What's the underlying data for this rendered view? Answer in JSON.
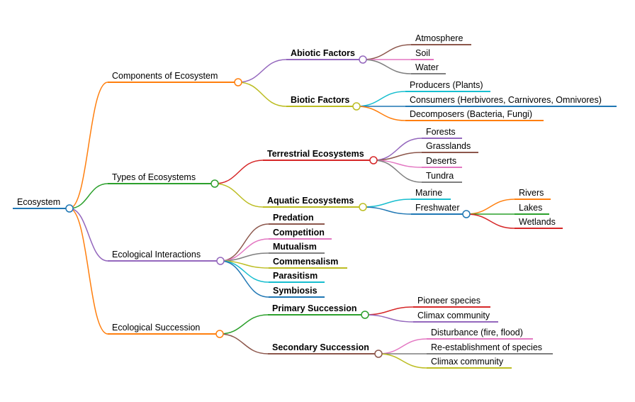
{
  "root": {
    "label": "Ecosystem",
    "color": "#1f77b4"
  },
  "branches": [
    {
      "id": "components",
      "label": "Components of Ecosystem",
      "color": "#ff7f0e",
      "children": [
        {
          "id": "abiotic",
          "label": "Abiotic Factors",
          "bold": true,
          "color": "#9467bd",
          "children": [
            {
              "label": "Atmosphere",
              "color": "#8c564b"
            },
            {
              "label": "Soil",
              "color": "#e377c2"
            },
            {
              "label": "Water",
              "color": "#7f7f7f"
            }
          ]
        },
        {
          "id": "biotic",
          "label": "Biotic Factors",
          "bold": true,
          "color": "#bcbd22",
          "children": [
            {
              "label": "Producers (Plants)",
              "color": "#17becf"
            },
            {
              "label": "Consumers (Herbivores, Carnivores, Omnivores)",
              "color": "#1f77b4"
            },
            {
              "label": "Decomposers (Bacteria, Fungi)",
              "color": "#ff7f0e"
            }
          ]
        }
      ]
    },
    {
      "id": "types",
      "label": "Types of Ecosystems",
      "color": "#2ca02c",
      "children": [
        {
          "id": "terrestrial",
          "label": "Terrestrial Ecosystems",
          "bold": true,
          "color": "#d62728",
          "children": [
            {
              "label": "Forests",
              "color": "#9467bd"
            },
            {
              "label": "Grasslands",
              "color": "#8c564b"
            },
            {
              "label": "Deserts",
              "color": "#e377c2"
            },
            {
              "label": "Tundra",
              "color": "#7f7f7f"
            }
          ]
        },
        {
          "id": "aquatic",
          "label": "Aquatic Ecosystems",
          "bold": true,
          "color": "#bcbd22",
          "children": [
            {
              "label": "Marine",
              "color": "#17becf"
            },
            {
              "id": "freshwater",
              "label": "Freshwater",
              "color": "#1f77b4",
              "children": [
                {
                  "label": "Rivers",
                  "color": "#ff7f0e"
                },
                {
                  "label": "Lakes",
                  "color": "#2ca02c"
                },
                {
                  "label": "Wetlands",
                  "color": "#d62728"
                }
              ]
            }
          ]
        }
      ]
    },
    {
      "id": "interactions",
      "label": "Ecological Interactions",
      "color": "#9467bd",
      "children": [
        {
          "label": "Predation",
          "bold": true,
          "color": "#8c564b"
        },
        {
          "label": "Competition",
          "bold": true,
          "color": "#e377c2"
        },
        {
          "label": "Mutualism",
          "bold": true,
          "color": "#7f7f7f"
        },
        {
          "label": "Commensalism",
          "bold": true,
          "color": "#bcbd22"
        },
        {
          "label": "Parasitism",
          "bold": true,
          "color": "#17becf"
        },
        {
          "label": "Symbiosis",
          "bold": true,
          "color": "#1f77b4"
        }
      ]
    },
    {
      "id": "succession",
      "label": "Ecological Succession",
      "color": "#ff7f0e",
      "children": [
        {
          "id": "primary",
          "label": "Primary Succession",
          "bold": true,
          "color": "#2ca02c",
          "children": [
            {
              "label": "Pioneer species",
              "color": "#d62728"
            },
            {
              "label": "Climax community",
              "color": "#9467bd"
            }
          ]
        },
        {
          "id": "secondary",
          "label": "Secondary Succession",
          "bold": true,
          "color": "#8c564b",
          "children": [
            {
              "label": "Disturbance (fire, flood)",
              "color": "#e377c2"
            },
            {
              "label": "Re-establishment of species",
              "color": "#7f7f7f"
            },
            {
              "label": "Climax community",
              "color": "#bcbd22"
            }
          ]
        }
      ]
    }
  ]
}
